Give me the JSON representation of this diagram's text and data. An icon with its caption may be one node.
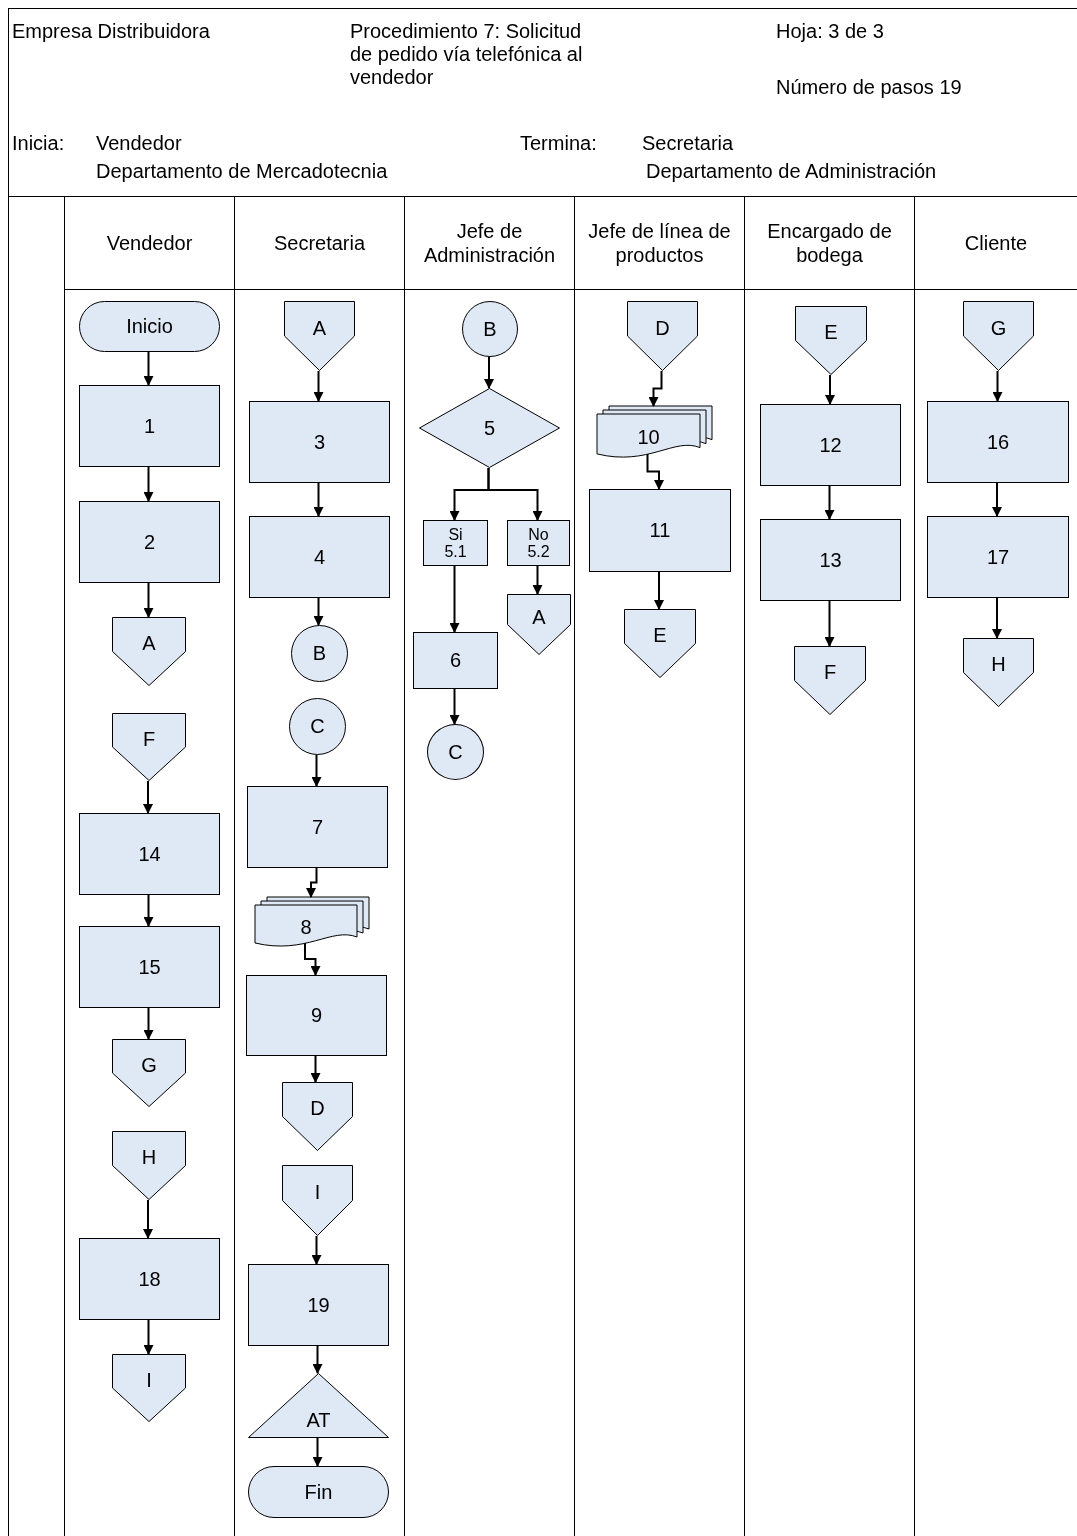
{
  "diagram": {
    "nodes": [
      {
        "text": [
          "Vendedor"
        ]
      },
      {
        "text": [
          "Secretaria"
        ]
      },
      {
        "text": [
          "Jefe de Administración"
        ]
      },
      {
        "text": [
          "Jefe de línea de productos"
        ]
      },
      {
        "text": [
          "Encargado de bodega"
        ]
      },
      {
        "text": [
          "Cliente"
        ]
      },
      {
        "text": [
          "Inicio"
        ],
        "in": 0
      },
      {
        "text": [
          "1"
        ],
        "in": 0
      },
      {
        "text": [
          "2"
        ],
        "in": 0
      },
      {
        "text": [
          "A"
        ],
        "in": 0
      },
      {
        "text": [
          "F"
        ],
        "in": 0
      },
      {
        "text": [
          "14"
        ],
        "in": 0
      },
      {
        "text": [
          "15"
        ],
        "in": 0
      },
      {
        "text": [
          "G"
        ],
        "in": 0
      },
      {
        "text": [
          "H"
        ],
        "in": 0
      },
      {
        "text": [
          "18"
        ],
        "in": 0
      },
      {
        "text": [
          "I"
        ],
        "in": 0
      },
      {
        "text": [
          "A"
        ],
        "in": 1
      },
      {
        "text": [
          "3"
        ],
        "in": 1
      },
      {
        "text": [
          "4"
        ],
        "in": 1
      },
      {
        "text": [
          "B"
        ],
        "in": 1
      },
      {
        "text": [
          "C"
        ],
        "in": 1
      },
      {
        "text": [
          "7"
        ],
        "in": 1
      },
      {
        "text": [
          "8"
        ],
        "in": 1
      },
      {
        "text": [
          "9"
        ],
        "in": 1
      },
      {
        "text": [
          "D"
        ],
        "in": 1
      },
      {
        "text": [
          "I"
        ],
        "in": 1
      },
      {
        "text": [
          "19"
        ],
        "in": 1
      },
      {
        "text": [
          "AT"
        ],
        "in": 1
      },
      {
        "text": [
          "Fin"
        ],
        "in": 1
      },
      {
        "text": [
          "B"
        ],
        "in": 2
      },
      {
        "text": [
          "5"
        ],
        "in": 2
      },
      {
        "text": [
          "Si 5.1"
        ],
        "in": 2
      },
      {
        "text": [
          "No 5.2"
        ],
        "in": 2
      },
      {
        "text": [
          "A"
        ],
        "in": 2
      },
      {
        "text": [
          "6"
        ],
        "in": 2
      },
      {
        "text": [
          "C"
        ],
        "in": 2
      },
      {
        "text": [
          "D"
        ],
        "in": 3
      },
      {
        "text": [
          "10"
        ],
        "in": 3
      },
      {
        "text": [
          "11"
        ],
        "in": 3
      },
      {
        "text": [
          "E"
        ],
        "in": 3
      },
      {
        "text": [
          "E"
        ],
        "in": 4
      },
      {
        "text": [
          "12"
        ],
        "in": 4
      },
      {
        "text": [
          "13"
        ],
        "in": 4
      },
      {
        "text": [
          "F"
        ],
        "in": 4
      },
      {
        "text": [
          "G"
        ],
        "in": 5
      },
      {
        "text": [
          "16"
        ],
        "in": 5
      },
      {
        "text": [
          "17"
        ],
        "in": 5
      },
      {
        "text": [
          "H"
        ],
        "in": 5
      }
    ],
    "edges": [
      {
        "from": 6,
        "to": 7,
        "arrow": "to"
      },
      {
        "from": 7,
        "to": 8,
        "arrow": "to"
      },
      {
        "from": 8,
        "to": 9,
        "arrow": "to"
      },
      {
        "from": 10,
        "to": 11,
        "arrow": "to"
      },
      {
        "from": 11,
        "to": 12,
        "arrow": "to"
      },
      {
        "from": 12,
        "to": 13,
        "arrow": "to"
      },
      {
        "from": 14,
        "to": 15,
        "arrow": "to"
      },
      {
        "from": 15,
        "to": 16,
        "arrow": "to"
      },
      {
        "from": 17,
        "to": 18,
        "arrow": "to"
      },
      {
        "from": 18,
        "to": 19,
        "arrow": "to"
      },
      {
        "from": 19,
        "to": 20,
        "arrow": "to"
      },
      {
        "from": 21,
        "to": 22,
        "arrow": "to"
      },
      {
        "from": 22,
        "to": 23,
        "arrow": "to"
      },
      {
        "from": 23,
        "to": 24,
        "arrow": "to"
      },
      {
        "from": 24,
        "to": 25,
        "arrow": "to"
      },
      {
        "from": 26,
        "to": 27,
        "arrow": "to"
      },
      {
        "from": 27,
        "to": 28,
        "arrow": "to"
      },
      {
        "from": 28,
        "to": 29,
        "arrow": "to"
      },
      {
        "from": 30,
        "to": 31,
        "arrow": "to"
      },
      {
        "from": 31,
        "to": 32,
        "arrow": "to"
      },
      {
        "from": 31,
        "to": 33,
        "arrow": "to"
      },
      {
        "from": 33,
        "to": 34,
        "arrow": "to"
      },
      {
        "from": 32,
        "to": 35,
        "arrow": "to"
      },
      {
        "from": 35,
        "to": 36,
        "arrow": "to"
      },
      {
        "from": 37,
        "to": 38,
        "arrow": "to"
      },
      {
        "from": 38,
        "to": 39,
        "arrow": "to"
      },
      {
        "from": 39,
        "to": 40,
        "arrow": "to"
      },
      {
        "from": 41,
        "to": 42,
        "arrow": "to"
      },
      {
        "from": 42,
        "to": 43,
        "arrow": "to"
      },
      {
        "from": 43,
        "to": 44,
        "arrow": "to"
      },
      {
        "from": 45,
        "to": 46,
        "arrow": "to"
      },
      {
        "from": 46,
        "to": 47,
        "arrow": "to"
      },
      {
        "from": 47,
        "to": 48,
        "arrow": "to"
      }
    ],
    "labels": [
      "Empresa Distribuidora",
      "Procedimiento 7: Solicitud de pedido vía telefónica al vendedor",
      "Hoja: 3 de 3",
      "Número de pasos 19",
      "Inicia:",
      "Vendedor",
      "Departamento de Mercadotecnia",
      "Termina:",
      "Secretaria",
      "Departamento de Administración"
    ]
  }
}
